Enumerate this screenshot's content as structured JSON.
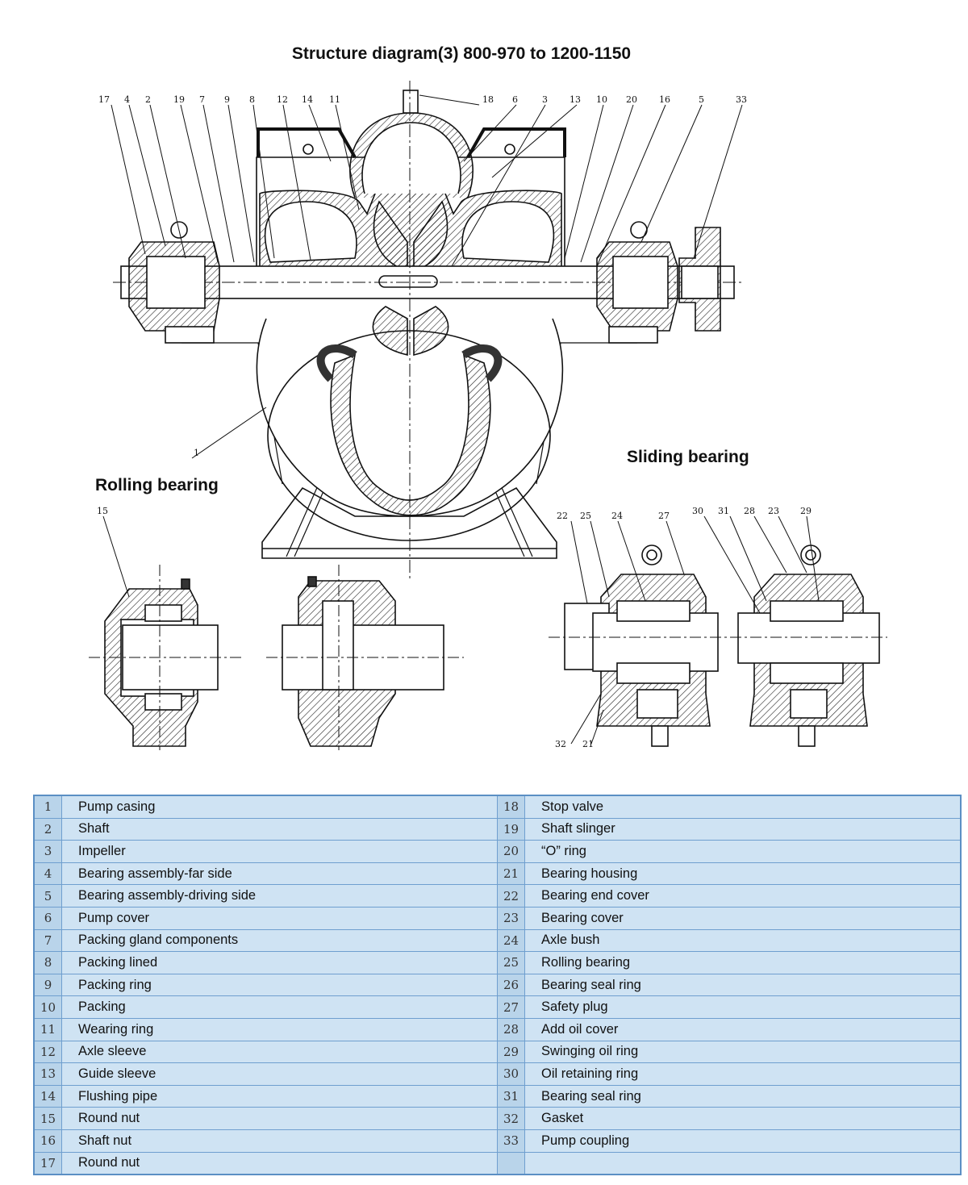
{
  "title": "Structure diagram(3) 800-970 to 1200-1150",
  "sections": {
    "rolling": "Rolling bearing",
    "sliding": "Sliding bearing"
  },
  "callouts": {
    "main_top": [
      "17",
      "4",
      "2",
      "19",
      "7",
      "9",
      "8",
      "12",
      "14",
      "11",
      "18",
      "6",
      "3",
      "13",
      "10",
      "20",
      "16",
      "5",
      "33"
    ],
    "main_side": "1",
    "rolling": "15",
    "sliding": [
      "22",
      "25",
      "24",
      "27",
      "30",
      "31",
      "28",
      "23",
      "29",
      "32",
      "21"
    ]
  },
  "parts": [
    {
      "no": "1",
      "name": "Pump casing"
    },
    {
      "no": "2",
      "name": "Shaft"
    },
    {
      "no": "3",
      "name": "Impeller"
    },
    {
      "no": "4",
      "name": "Bearing assembly-far side"
    },
    {
      "no": "5",
      "name": "Bearing assembly-driving side"
    },
    {
      "no": "6",
      "name": "Pump cover"
    },
    {
      "no": "7",
      "name": "Packing gland components"
    },
    {
      "no": "8",
      "name": "Packing lined"
    },
    {
      "no": "9",
      "name": "Packing ring"
    },
    {
      "no": "10",
      "name": "Packing"
    },
    {
      "no": "11",
      "name": "Wearing ring"
    },
    {
      "no": "12",
      "name": "Axle sleeve"
    },
    {
      "no": "13",
      "name": "Guide sleeve"
    },
    {
      "no": "14",
      "name": "Flushing pipe"
    },
    {
      "no": "15",
      "name": "Round nut"
    },
    {
      "no": "16",
      "name": "Shaft nut"
    },
    {
      "no": "17",
      "name": "Round nut"
    },
    {
      "no": "18",
      "name": "Stop valve"
    },
    {
      "no": "19",
      "name": "Shaft slinger"
    },
    {
      "no": "20",
      "name": "“O” ring"
    },
    {
      "no": "21",
      "name": "Bearing housing"
    },
    {
      "no": "22",
      "name": "Bearing end cover"
    },
    {
      "no": "23",
      "name": "Bearing cover"
    },
    {
      "no": "24",
      "name": "Axle bush"
    },
    {
      "no": "25",
      "name": "Rolling bearing"
    },
    {
      "no": "26",
      "name": "Bearing seal ring"
    },
    {
      "no": "27",
      "name": "Safety plug"
    },
    {
      "no": "28",
      "name": "Add oil cover"
    },
    {
      "no": "29",
      "name": "Swinging oil ring"
    },
    {
      "no": "30",
      "name": "Oil retaining ring"
    },
    {
      "no": "31",
      "name": "Bearing seal ring"
    },
    {
      "no": "32",
      "name": "Gasket"
    },
    {
      "no": "33",
      "name": "Pump coupling"
    }
  ]
}
